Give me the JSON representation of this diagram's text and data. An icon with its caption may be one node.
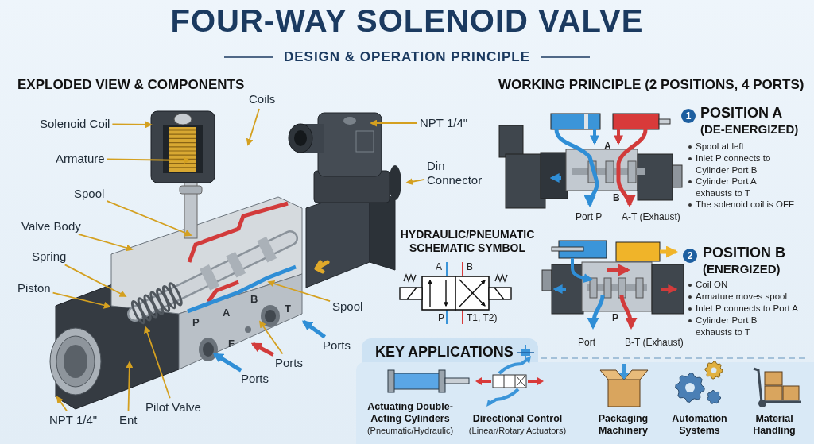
{
  "diagram": {
    "title": "FOUR-WAY SOLENOID VALVE",
    "nodes": [
      {
        "text": [
          "Solenoid Coil"
        ]
      },
      {
        "text": [
          "Coils"
        ]
      },
      {
        "text": [
          "Armature"
        ]
      },
      {
        "text": [
          "NPT 1/4\""
        ]
      },
      {
        "text": [
          "Din Connector"
        ]
      },
      {
        "text": [
          "Spool"
        ]
      },
      {
        "text": [
          "Valve Body"
        ]
      },
      {
        "text": [
          "Spring"
        ]
      },
      {
        "text": [
          "Piston"
        ]
      },
      {
        "text": [
          "Spool"
        ]
      },
      {
        "text": [
          "Ports"
        ]
      },
      {
        "text": [
          "Ports"
        ]
      },
      {
        "text": [
          "Ports"
        ]
      },
      {
        "text": [
          "NPT 1/4\""
        ]
      },
      {
        "text": [
          "Ent"
        ]
      },
      {
        "text": [
          "Pilot Valve"
        ]
      }
    ],
    "edges": [
      {
        "from": 0,
        "to": null,
        "arrow": "to"
      },
      {
        "from": 1,
        "to": null,
        "arrow": "to"
      },
      {
        "from": 2,
        "to": null,
        "arrow": "to"
      },
      {
        "from": 3,
        "to": null,
        "arrow": "to"
      },
      {
        "from": 4,
        "to": null,
        "arrow": "to"
      },
      {
        "from": 5,
        "to": null,
        "arrow": "to"
      },
      {
        "from": 6,
        "to": null,
        "arrow": "to"
      },
      {
        "from": 7,
        "to": null,
        "arrow": "to"
      },
      {
        "from": 8,
        "to": null,
        "arrow": "to"
      },
      {
        "from": 9,
        "to": null,
        "arrow": "to"
      },
      {
        "from": 10,
        "to": null,
        "arrow": "to",
        "style": "thick",
        "color": "#2f8ed6"
      },
      {
        "from": 11,
        "to": null,
        "arrow": "to"
      },
      {
        "from": 11,
        "to": null,
        "arrow": "to",
        "style": "thick",
        "color": "#d23b3b"
      },
      {
        "from": 12,
        "to": null,
        "arrow": "to",
        "style": "thick",
        "color": "#2f8ed6"
      },
      {
        "from": 13,
        "to": null,
        "arrow": "to"
      },
      {
        "from": 14,
        "to": null,
        "arrow": "to"
      },
      {
        "from": 15,
        "to": null,
        "arrow": "to"
      }
    ],
    "labels": [
      "DESIGN & OPERATION PRINCIPLE",
      "EXPLODED VIEW & COMPONENTS",
      "WORKING PRINCIPLE (2 POSITIONS, 4 PORTS)",
      "A",
      "B",
      "Port P",
      "A-T (Exhaust)",
      "1",
      "POSITION A",
      "(DE-ENERGIZED)",
      "Spool at left",
      "Inlet P connects to Cylinder Port B",
      "Cylinder Port A exhausts to T",
      "The solenoid coil is OFF",
      "P",
      "A",
      "B",
      "T",
      "F",
      "HYDRAULIC/PNEUMATIC SCHEMATIC SYMBOL",
      "A",
      "B",
      "P",
      "T1, T2)",
      "2",
      "POSITION B",
      "(ENERGIZED)",
      "Coil ON",
      "Armature moves spool",
      "Inlet P connects to Port A",
      "Cylinder Port B exhausts to T",
      "P",
      "Port",
      "B-T (Exhaust)",
      "KEY APPLICATIONS",
      "Actuating Double-Acting Cylinders",
      "(Pneumatic/Hydraulic)",
      "Directional Control",
      "(Linear/Rotary Actuators)",
      "Packaging Machinery",
      "Automation Systems",
      "Material Handling"
    ]
  }
}
